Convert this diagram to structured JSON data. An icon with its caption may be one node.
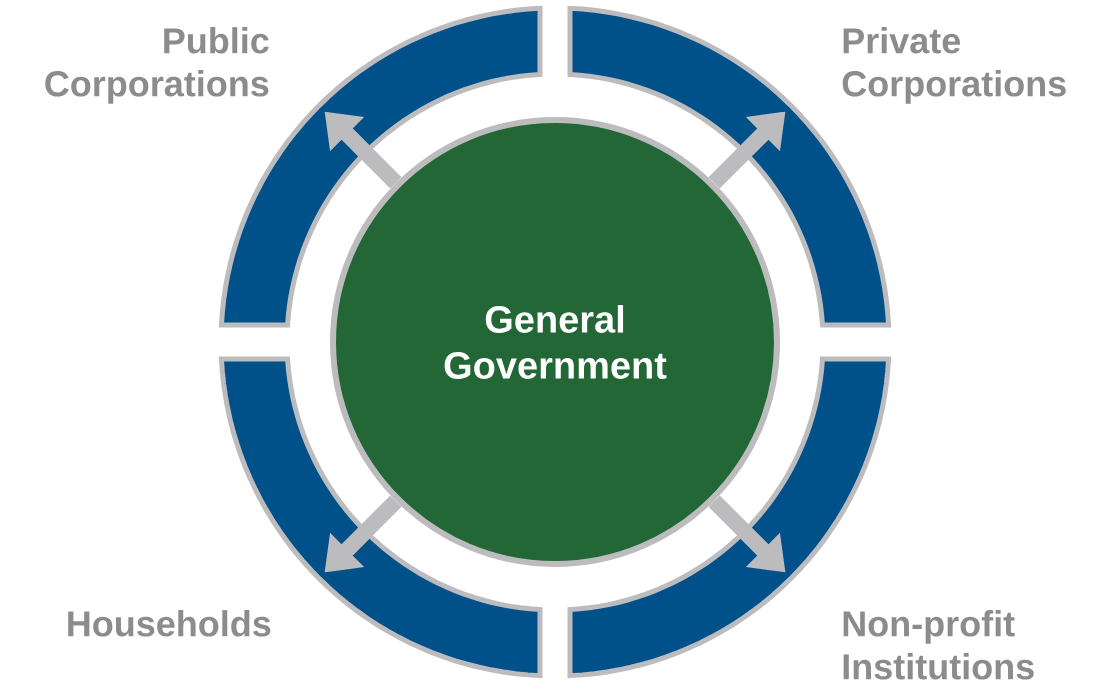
{
  "diagram": {
    "nodes": [
      {
        "text": [
          "General Government"
        ]
      },
      {
        "text": [
          "Public Corporations"
        ]
      },
      {
        "text": [
          "Private Corporations"
        ]
      },
      {
        "text": [
          "Households"
        ]
      },
      {
        "text": [
          "Non-profit Institutions"
        ]
      }
    ],
    "edges": [
      {
        "from": 0,
        "to": 1,
        "arrow": "to"
      },
      {
        "from": 0,
        "to": 2,
        "arrow": "to"
      },
      {
        "from": 0,
        "to": 3,
        "arrow": "to"
      },
      {
        "from": 0,
        "to": 4,
        "arrow": "to"
      }
    ]
  }
}
